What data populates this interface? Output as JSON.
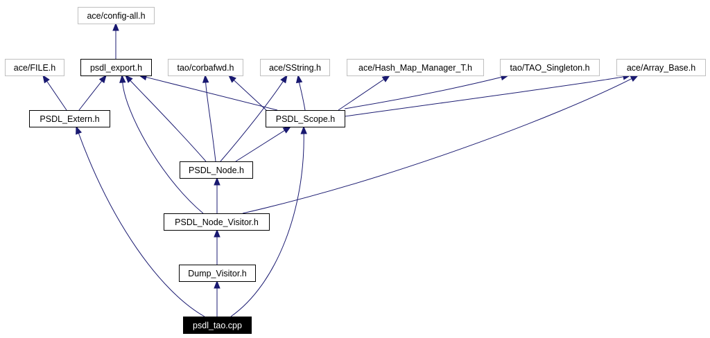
{
  "colors": {
    "edge": "#191970",
    "node_border_documented": "#000000",
    "node_border_external": "#bfbfbf",
    "root_fill": "#000000",
    "root_text": "#ffffff"
  },
  "nodes": [
    {
      "id": "config_all",
      "label": "ace/config-all.h",
      "style": "external"
    },
    {
      "id": "ace_file",
      "label": "ace/FILE.h",
      "style": "external"
    },
    {
      "id": "psdl_export",
      "label": "psdl_export.h",
      "style": "documented"
    },
    {
      "id": "corbafwd",
      "label": "tao/corbafwd.h",
      "style": "external"
    },
    {
      "id": "sstring",
      "label": "ace/SString.h",
      "style": "external"
    },
    {
      "id": "hash_map",
      "label": "ace/Hash_Map_Manager_T.h",
      "style": "external"
    },
    {
      "id": "tao_singleton",
      "label": "tao/TAO_Singleton.h",
      "style": "external"
    },
    {
      "id": "array_base",
      "label": "ace/Array_Base.h",
      "style": "external"
    },
    {
      "id": "psdl_extern",
      "label": "PSDL_Extern.h",
      "style": "documented"
    },
    {
      "id": "psdl_scope",
      "label": "PSDL_Scope.h",
      "style": "documented"
    },
    {
      "id": "psdl_node",
      "label": "PSDL_Node.h",
      "style": "documented"
    },
    {
      "id": "psdl_node_visitor",
      "label": "PSDL_Node_Visitor.h",
      "style": "documented"
    },
    {
      "id": "dump_visitor",
      "label": "Dump_Visitor.h",
      "style": "documented"
    },
    {
      "id": "psdl_tao_cpp",
      "label": "psdl_tao.cpp",
      "style": "root"
    }
  ],
  "edges": [
    {
      "from": "psdl_export",
      "to": "config_all"
    },
    {
      "from": "psdl_extern",
      "to": "ace_file"
    },
    {
      "from": "psdl_extern",
      "to": "psdl_export"
    },
    {
      "from": "psdl_scope",
      "to": "psdl_export"
    },
    {
      "from": "psdl_scope",
      "to": "corbafwd"
    },
    {
      "from": "psdl_scope",
      "to": "sstring"
    },
    {
      "from": "psdl_scope",
      "to": "hash_map"
    },
    {
      "from": "psdl_scope",
      "to": "tao_singleton"
    },
    {
      "from": "psdl_scope",
      "to": "array_base"
    },
    {
      "from": "psdl_node",
      "to": "psdl_export"
    },
    {
      "from": "psdl_node",
      "to": "corbafwd"
    },
    {
      "from": "psdl_node",
      "to": "sstring"
    },
    {
      "from": "psdl_node",
      "to": "psdl_scope"
    },
    {
      "from": "psdl_node_visitor",
      "to": "psdl_export"
    },
    {
      "from": "psdl_node_visitor",
      "to": "psdl_node"
    },
    {
      "from": "psdl_node_visitor",
      "to": "array_base"
    },
    {
      "from": "dump_visitor",
      "to": "psdl_node_visitor"
    },
    {
      "from": "psdl_tao_cpp",
      "to": "psdl_extern"
    },
    {
      "from": "psdl_tao_cpp",
      "to": "psdl_scope"
    },
    {
      "from": "psdl_tao_cpp",
      "to": "dump_visitor"
    }
  ]
}
